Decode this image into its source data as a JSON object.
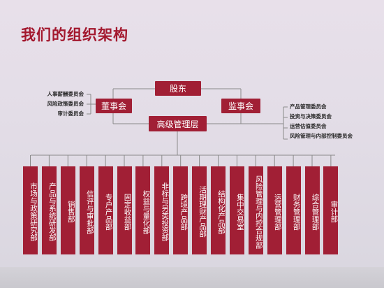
{
  "title": "我们的组织架构",
  "shareholders": "股东",
  "board": "董事会",
  "supervisory": "监事会",
  "management": "高级管理层",
  "board_committees": [
    "人事薪酬委员会",
    "风险政策委员会",
    "审计委员会"
  ],
  "management_committees": [
    "产品管理委员会",
    "投资与决策委员会",
    "运营估值委员会",
    "风险管理与内部控制委员会"
  ],
  "departments": [
    "市场与政策研究部",
    "产品与系统研发部",
    "销售部",
    "信评与审批部",
    "专户产品部",
    "固定收益部",
    "权益与量化部",
    "非标与另类投资部",
    "跨境产品部",
    "活期理财产品部",
    "结构化产品部",
    "集中交易室",
    "风险管理与内控合规部",
    "运营管理部",
    "财务管理部",
    "综合管理部",
    "审计部"
  ],
  "colors": {
    "accent": "#a11f35",
    "title": "#a3182e"
  }
}
